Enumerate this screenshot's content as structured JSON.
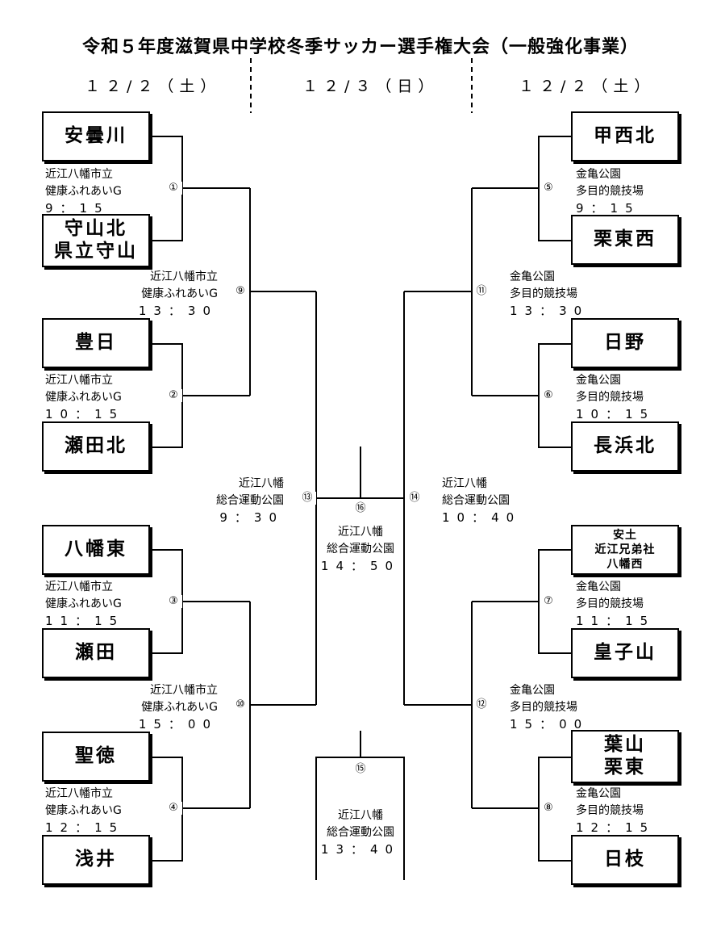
{
  "title": "令和５年度滋賀県中学校冬季サッカー選手権大会（一般強化事業）",
  "dates": {
    "left": "１２/２（土）",
    "center": "１２/３（日）",
    "right": "１２/２（土）"
  },
  "teams": {
    "l1": "安曇川",
    "l2": "守山北\n県立守山",
    "l3": "豊日",
    "l4": "瀬田北",
    "l5": "八幡東",
    "l6": "瀬田",
    "l7": "聖徳",
    "l8": "浅井",
    "r1": "甲西北",
    "r2": "栗東西",
    "r3": "日野",
    "r4": "長浜北",
    "r5": "安土\n近江兄弟社\n八幡西",
    "r6": "皇子山",
    "r7": "葉山\n栗東",
    "r8": "日枝"
  },
  "matches": {
    "m1": {
      "no": "①",
      "venue1": "近江八幡市立",
      "venue2": "健康ふれあいG",
      "time": "9：15"
    },
    "m2": {
      "no": "②",
      "venue1": "近江八幡市立",
      "venue2": "健康ふれあいG",
      "time": "10：15"
    },
    "m3": {
      "no": "③",
      "venue1": "近江八幡市立",
      "venue2": "健康ふれあいG",
      "time": "11：15"
    },
    "m4": {
      "no": "④",
      "venue1": "近江八幡市立",
      "venue2": "健康ふれあいG",
      "time": "12：15"
    },
    "m5": {
      "no": "⑤",
      "venue1": "金亀公園",
      "venue2": "多目的競技場",
      "time": "9：15"
    },
    "m6": {
      "no": "⑥",
      "venue1": "金亀公園",
      "venue2": "多目的競技場",
      "time": "10：15"
    },
    "m7": {
      "no": "⑦",
      "venue1": "金亀公園",
      "venue2": "多目的競技場",
      "time": "11：15"
    },
    "m8": {
      "no": "⑧",
      "venue1": "金亀公園",
      "venue2": "多目的競技場",
      "time": "12：15"
    },
    "m9": {
      "no": "⑨",
      "venue1": "近江八幡市立",
      "venue2": "健康ふれあいG",
      "time": "13：30"
    },
    "m10": {
      "no": "⑩",
      "venue1": "近江八幡市立",
      "venue2": "健康ふれあいG",
      "time": "15：00"
    },
    "m11": {
      "no": "⑪",
      "venue1": "金亀公園",
      "venue2": "多目的競技場",
      "time": "13：30"
    },
    "m12": {
      "no": "⑫",
      "venue1": "金亀公園",
      "venue2": "多目的競技場",
      "time": "15：00"
    },
    "m13": {
      "no": "⑬",
      "venue1": "近江八幡",
      "venue2": "総合運動公園",
      "time": "9：30"
    },
    "m14": {
      "no": "⑭",
      "venue1": "近江八幡",
      "venue2": "総合運動公園",
      "time": "10：40"
    },
    "m15": {
      "no": "⑮",
      "venue1": "近江八幡",
      "venue2": "総合運動公園",
      "time": "13：40"
    },
    "m16": {
      "no": "⑯",
      "venue1": "近江八幡",
      "venue2": "総合運動公園",
      "time": "14：50"
    }
  }
}
